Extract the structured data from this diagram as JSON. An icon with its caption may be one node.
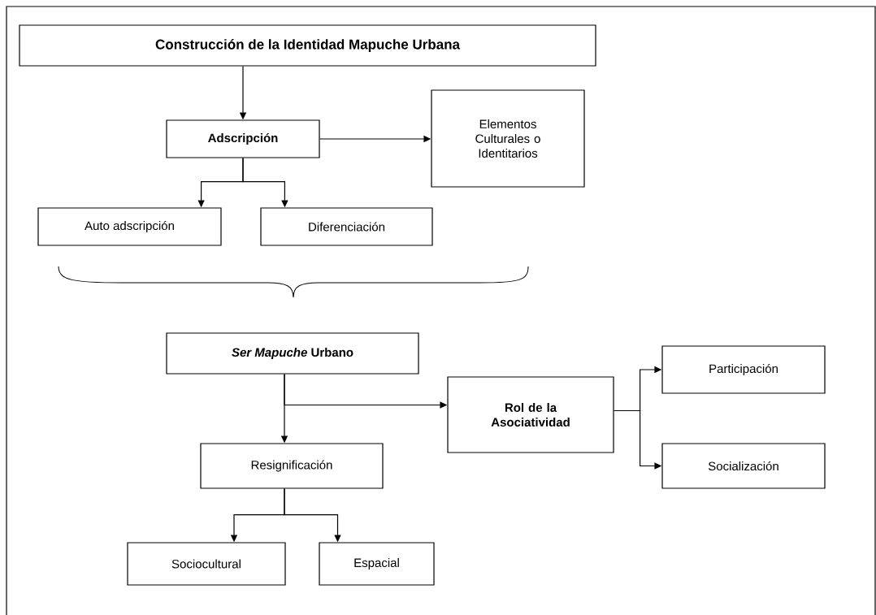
{
  "diagram": {
    "nodes": [
      {
        "text": [
          "Construcción de la Identidad Mapuche Urbana"
        ]
      },
      {
        "text": [
          "Adscripción"
        ]
      },
      {
        "text": [
          "Elementos Culturales o Identitarios"
        ]
      },
      {
        "text": [
          "Auto adscripción"
        ]
      },
      {
        "text": [
          "Diferenciación"
        ]
      },
      {
        "text": [
          "*Ser Mapuche* Urbano"
        ]
      },
      {
        "text": [
          "Rol de la Asociatividad"
        ]
      },
      {
        "text": [
          "Participación"
        ]
      },
      {
        "text": [
          "Socialización"
        ]
      },
      {
        "text": [
          "Resignificación"
        ]
      },
      {
        "text": [
          "Sociocultural"
        ]
      },
      {
        "text": [
          "Espacial"
        ]
      }
    ],
    "edges": [
      {
        "from": 0,
        "to": 1,
        "arrow": "to"
      },
      {
        "from": 1,
        "to": 2,
        "arrow": "to"
      },
      {
        "from": 1,
        "to": 3,
        "arrow": "to"
      },
      {
        "from": 1,
        "to": 4,
        "arrow": "to"
      },
      {
        "from": 5,
        "to": 9,
        "arrow": "to"
      },
      {
        "from": 5,
        "to": 6,
        "arrow": "to"
      },
      {
        "from": 6,
        "to": 7,
        "arrow": "to"
      },
      {
        "from": 6,
        "to": 8,
        "arrow": "to"
      },
      {
        "from": 9,
        "to": 10,
        "arrow": "to"
      },
      {
        "from": 9,
        "to": 11,
        "arrow": "to"
      }
    ]
  }
}
